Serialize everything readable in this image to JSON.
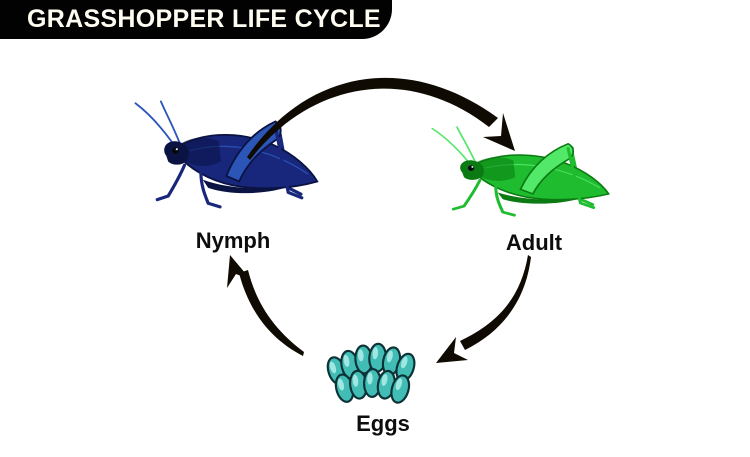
{
  "title": {
    "text": "GRASSHOPPER LIFE CYCLE"
  },
  "stages": [
    {
      "label": "Nymph"
    },
    {
      "label": "Adult"
    },
    {
      "label": "Eggs"
    }
  ],
  "cycle_arrows": [
    {
      "from": "Nymph",
      "to": "Adult"
    },
    {
      "from": "Adult",
      "to": "Eggs"
    },
    {
      "from": "Eggs",
      "to": "Nymph"
    }
  ],
  "colors": {
    "canvas-bg": "#ffffff",
    "banner-bg": "#020202",
    "banner-fg": "#fffdf2",
    "label-fg": "#0d0d0d",
    "arrow": "#0f0b03",
    "nymph-dark": "#0a1342",
    "nymph-mid": "#18277c",
    "nymph-light": "#2c55b8",
    "adult-dark": "#0b7a12",
    "adult-mid": "#1ebc2e",
    "adult-light": "#52e868",
    "egg-fill": "#41bdb6",
    "egg-stroke": "#0d3236",
    "egg-highlight": "#abeae5"
  }
}
